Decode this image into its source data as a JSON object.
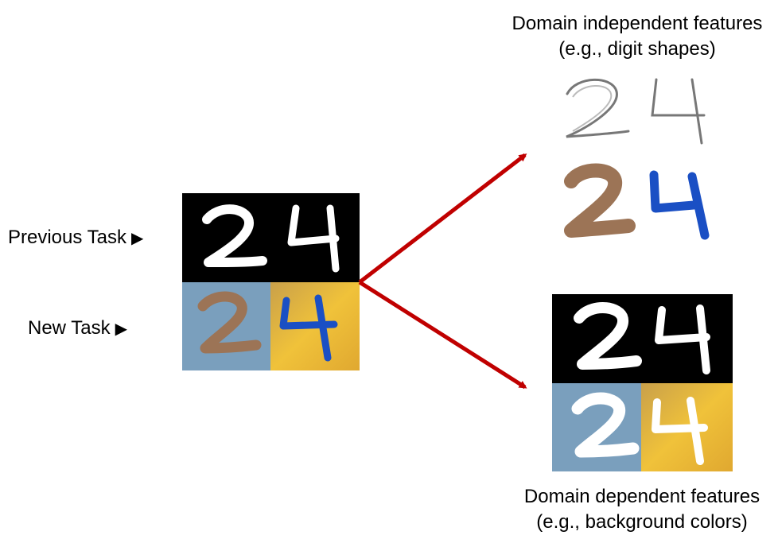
{
  "labels": {
    "previous_task": "Previous Task",
    "new_task": "New Task",
    "arrow_glyph": "▶"
  },
  "captions": {
    "independent_line1": "Domain independent features",
    "independent_line2": "(e.g., digit shapes)",
    "dependent_line1": "Domain dependent features",
    "dependent_line2": "(e.g., background colors)"
  },
  "digits": [
    "2",
    "4"
  ],
  "colors": {
    "arrow": "#c00000",
    "black_bg": "#000000",
    "digit_white": "#ffffff",
    "blue_gray_bg": "#7a9fbd",
    "gold_bg": "#e2b233",
    "brown_digit": "#9c7456",
    "blue_digit": "#1a4fc4",
    "outline_digit": "#888888"
  }
}
